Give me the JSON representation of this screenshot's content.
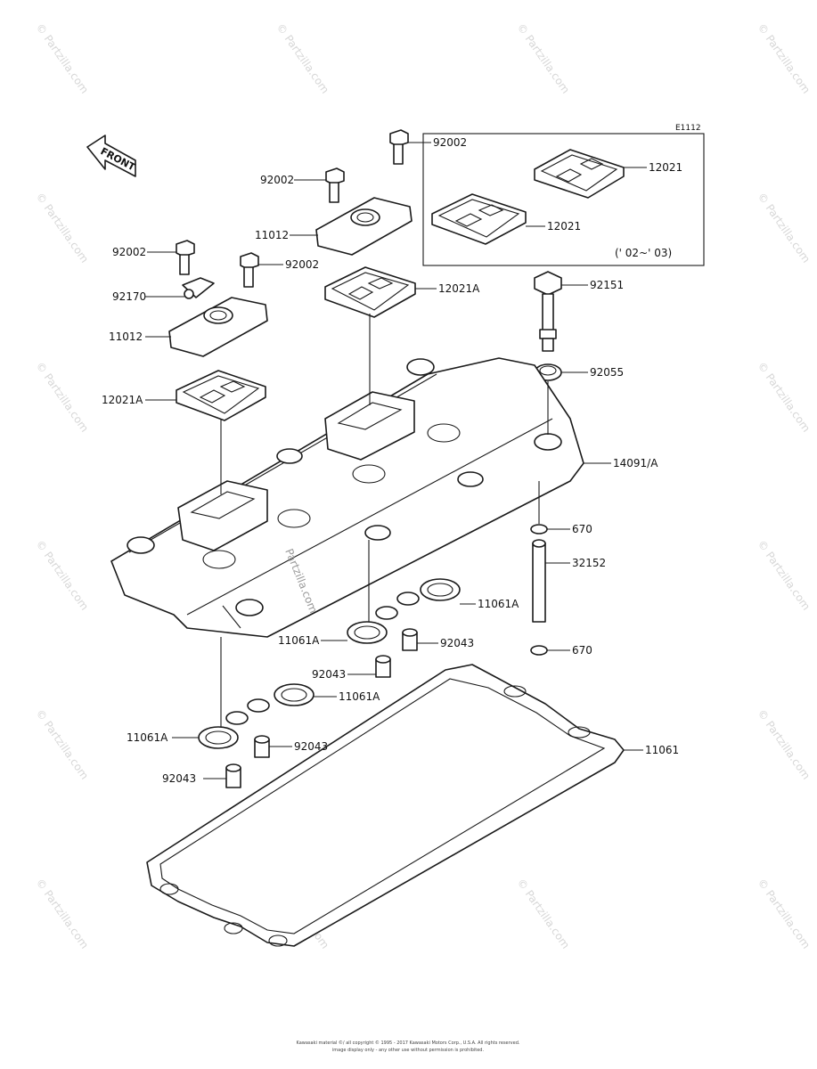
{
  "diagram_code": "E1112",
  "front_label": "FRONT",
  "variant_note": "(' 02~' 03)",
  "watermark_text": "© Partzilla.com",
  "center_watermark": "Partzilla.com",
  "copyright_line1": "Kawasaki material ©/ all copyright © 1995 - 2017 Kawasaki Motors Corp., U.S.A. All rights reserved.",
  "copyright_line2": "image display only - any other use without permission is prohibited.",
  "labels": {
    "l_92002_top": "92002",
    "l_92002_mid": "92002",
    "l_11012_right": "11012",
    "l_12021_box_top": "12021",
    "l_12021_box_mid": "12021",
    "l_92002_left": "92002",
    "l_92002_left2": "92002",
    "l_12021a_right": "12021A",
    "l_92170": "92170",
    "l_92151": "92151",
    "l_11012_left": "11012",
    "l_92055": "92055",
    "l_12021a_left": "12021A",
    "l_14091": "14091/A",
    "l_670_top": "670",
    "l_32152": "32152",
    "l_11061a_right": "11061A",
    "l_11061a_mid": "11061A",
    "l_92043_right": "92043",
    "l_670_bottom": "670",
    "l_92043_mid": "92043",
    "l_11061a_lower": "11061A",
    "l_11061": "11061",
    "l_11061a_left": "11061A",
    "l_92043_lower": "92043",
    "l_92043_bottom": "92043"
  }
}
